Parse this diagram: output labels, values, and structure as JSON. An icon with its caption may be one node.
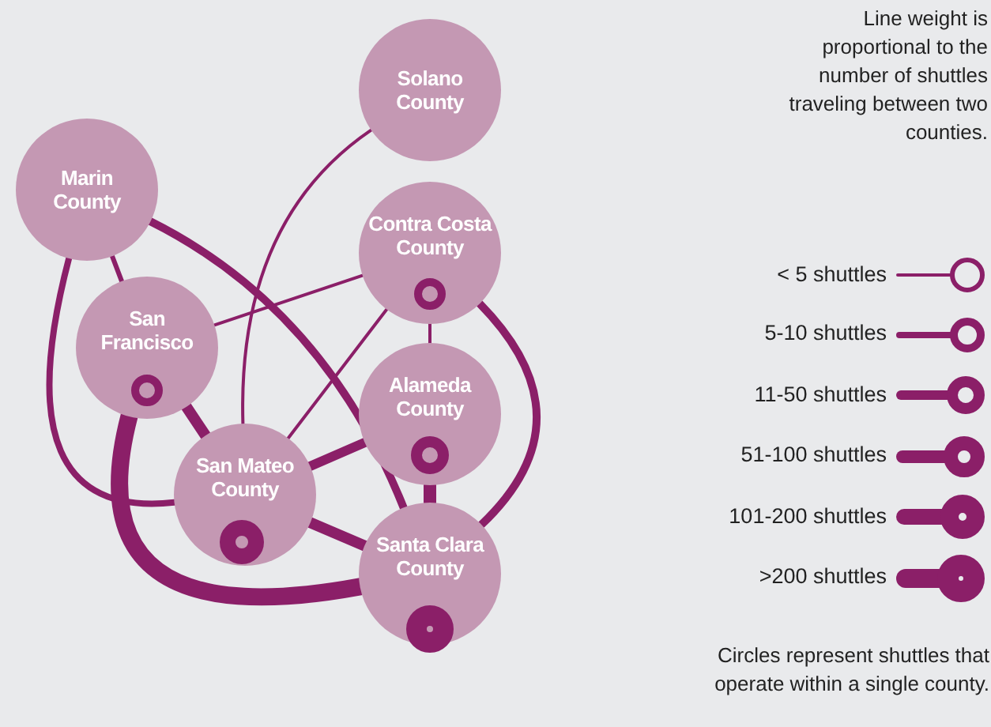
{
  "diagram": {
    "nodes": [
      {
        "text": [
          "Solano County"
        ]
      },
      {
        "text": [
          "Marin County"
        ]
      },
      {
        "text": [
          "Contra Costa County"
        ]
      },
      {
        "text": [
          "San Francisco"
        ]
      },
      {
        "text": [
          "Alameda County"
        ]
      },
      {
        "text": [
          "San Mateo County"
        ]
      },
      {
        "text": [
          "Santa Clara County"
        ]
      },
      {
        "text": [],
        "shape": "circle",
        "in": 2
      },
      {
        "text": [],
        "shape": "circle",
        "in": 3
      },
      {
        "text": [],
        "shape": "circle",
        "in": 4
      },
      {
        "text": [],
        "shape": "circle",
        "in": 5
      },
      {
        "text": [],
        "shape": "circle",
        "in": 6
      }
    ],
    "edges": [
      {
        "from": 0,
        "to": 5,
        "arrow": "none"
      },
      {
        "from": 1,
        "to": 3,
        "arrow": "none"
      },
      {
        "from": 1,
        "to": 6,
        "arrow": "none"
      },
      {
        "from": 1,
        "to": 5,
        "arrow": "none"
      },
      {
        "from": 2,
        "to": 3,
        "arrow": "none"
      },
      {
        "from": 2,
        "to": 5,
        "arrow": "none"
      },
      {
        "from": 2,
        "to": 4,
        "arrow": "none"
      },
      {
        "from": 2,
        "to": 6,
        "arrow": "none"
      },
      {
        "from": 3,
        "to": 5,
        "arrow": "none"
      },
      {
        "from": 3,
        "to": 6,
        "arrow": "none",
        "style": "thick"
      },
      {
        "from": 5,
        "to": 4,
        "arrow": "none"
      },
      {
        "from": 5,
        "to": 6,
        "arrow": "none"
      },
      {
        "from": 4,
        "to": 6,
        "arrow": "none"
      }
    ],
    "labels": [
      "Line weight is proportional to the number of shuttles traveling between two counties.",
      "Circles represent shuttles that operate within a single county."
    ],
    "legend": [
      {
        "text": "< 5 shuttles"
      },
      {
        "text": "5-10 shuttles"
      },
      {
        "text": "11-50 shuttles"
      },
      {
        "text": "51-100 shuttles"
      },
      {
        "text": "101-200 shuttles"
      },
      {
        "text": ">200 shuttles"
      }
    ]
  }
}
